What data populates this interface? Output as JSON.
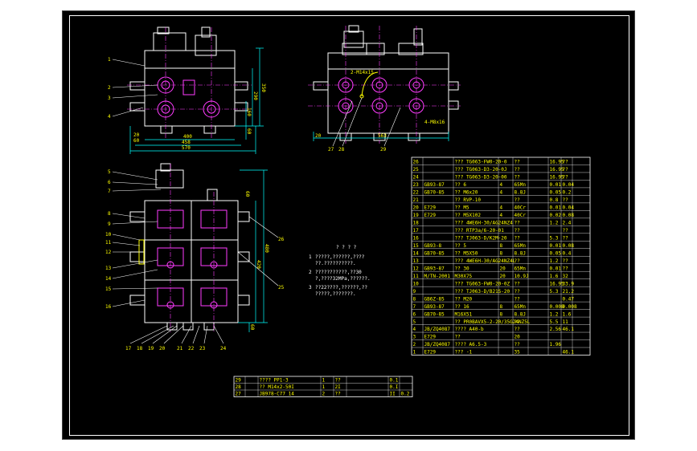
{
  "colors": {
    "background": "#000000",
    "line": "#ffffff",
    "text": "#ffff00",
    "dimension": "#00ffff",
    "highlight": "#ff3cff",
    "ports": "#ff3cff"
  },
  "front_view": {
    "callouts": [
      "1",
      "2",
      "3",
      "4"
    ],
    "dimensions": {
      "width_1": "400",
      "width_2": "458",
      "width_3": "570",
      "left_1": "20",
      "left_2": "60",
      "height_1": "350",
      "height_2": "290",
      "height_3": "160",
      "height_4": "60"
    }
  },
  "side_view": {
    "callouts": [
      "27",
      "28",
      "29"
    ],
    "dimensions": {
      "width": "563",
      "left": "20"
    },
    "labels": {
      "top": "2-M14x15",
      "right": "4-M8x16"
    }
  },
  "bottom_view": {
    "callouts_left": [
      "5",
      "6",
      "7",
      "8",
      "9",
      "10",
      "11",
      "12",
      "13",
      "14",
      "15",
      "16"
    ],
    "callouts_bottom": [
      "17",
      "18",
      "19",
      "20",
      "21",
      "22",
      "23",
      "24"
    ],
    "callouts_right": [
      "26",
      "25"
    ],
    "dimensions": {
      "height_1": "480",
      "height_2": "420",
      "height_3": "60",
      "height_4": "60"
    }
  },
  "notes": {
    "title": "? ? ? ?",
    "items": [
      {
        "num": "1",
        "lines": [
          "?????,??????,????",
          "??.??????????."
        ]
      },
      {
        "num": "2",
        "lines": [
          "???????????,??30",
          "?,????32MPa,??????."
        ]
      },
      {
        "num": "3",
        "lines": [
          "??22????,??????,??",
          "?????,???????."
        ]
      }
    ]
  },
  "bom_table": {
    "rows": [
      [
        "26",
        "",
        "??? TG063-FW0-20-0",
        "",
        "??",
        "",
        "16.95",
        "??"
      ],
      [
        "25",
        "",
        "??? TG063-D3-20-0J",
        "",
        "??",
        "",
        "16.95",
        "??"
      ],
      [
        "24",
        "",
        "??? TG063-D3-20-00",
        "",
        "??",
        "",
        "16.95",
        "??"
      ],
      [
        "23",
        "GB93-87",
        "?? 6",
        "4",
        "65Mn",
        "",
        "0.01",
        "0.04"
      ],
      [
        "22",
        "GB70-85",
        "?? M6x20",
        "4",
        "8.8J",
        "",
        "0.05",
        "0.2"
      ],
      [
        "21",
        "",
        "?? RVP-10",
        "",
        "??",
        "",
        "0.8",
        "??"
      ],
      [
        "20",
        "E729",
        "?? M5",
        "4",
        "40Cr",
        "",
        "0.01",
        "0.04"
      ],
      [
        "19",
        "E729",
        "?? M5X102",
        "4",
        "40Cr",
        "",
        "0.02",
        "0.08"
      ],
      [
        "18",
        "",
        "??? 4WE6H-30/AG24NZ4",
        "",
        "??",
        "",
        "1.2",
        "2.4"
      ],
      [
        "17",
        "",
        "??? RTP3a/6-20-01",
        "",
        "??",
        "",
        "",
        "??"
      ],
      [
        "16",
        "",
        "??? TJ063-D/K2M-20",
        "",
        "??",
        "",
        "5.3",
        "??"
      ],
      [
        "15",
        "GB93-8",
        "?? 5",
        "8",
        "65Mn",
        "",
        "0.01",
        "0.08"
      ],
      [
        "14",
        "GB70-85",
        "?? M5X50",
        "8",
        "8.8J",
        "",
        "0.05",
        "0.4"
      ],
      [
        "13",
        "",
        "??? 4WE6H-30/AG24NZ4L",
        "",
        "??",
        "",
        "1.2",
        "??"
      ],
      [
        "12",
        "GB93-87",
        "?? 30",
        "20",
        "65Mn",
        "",
        "0.01",
        "??"
      ],
      [
        "11",
        "M/TN-2001",
        "M30X75",
        "20",
        "10.9J",
        "",
        "1.6",
        "32"
      ],
      [
        "10",
        "",
        "??? TG063-FW0-20-0Z",
        "",
        "??",
        "",
        "16.95",
        "33.9"
      ],
      [
        "9",
        "",
        "??? TJ063-D/B21S-20",
        "",
        "??",
        "",
        "5.3",
        "21.2"
      ],
      [
        "8",
        "GB6Z-85",
        "?? M20",
        "",
        "??",
        "",
        "",
        "0.47"
      ],
      [
        "7",
        "GB93-87",
        "?? 16",
        "8",
        "65Mn",
        "",
        "0.008",
        "0.008"
      ],
      [
        "6",
        "GB70-85",
        "M16X51",
        "8",
        "8.8J",
        "",
        "1.2",
        "1.6"
      ],
      [
        "5",
        "",
        "?? PR0BAVX5-2-20/35G24NZ5L",
        "",
        "??",
        "",
        "5.5",
        "11"
      ],
      [
        "4",
        "JB/ZQ4087",
        "???? A40-b",
        "",
        "??",
        "",
        "2.56",
        "46.1"
      ],
      [
        "3",
        "E729",
        "??",
        "",
        "20",
        "",
        "",
        ""
      ],
      [
        "2",
        "JB/ZQ4087",
        "???? A6.5-3",
        "",
        "??",
        "",
        "1.96",
        ""
      ],
      [
        "1",
        "E729",
        "??? -1",
        "",
        "35",
        "",
        "",
        "46.1"
      ]
    ]
  },
  "small_table": {
    "rows": [
      [
        "29",
        "",
        "???? PP1-3",
        "1",
        "??",
        "",
        "0.1",
        ""
      ],
      [
        "28",
        "",
        "?? M14x2-50I",
        "1",
        "2I",
        "",
        "0.I",
        ""
      ],
      [
        "27",
        "",
        "JB978-C77 14",
        "2",
        "??",
        "",
        "II",
        "0.2"
      ]
    ]
  }
}
